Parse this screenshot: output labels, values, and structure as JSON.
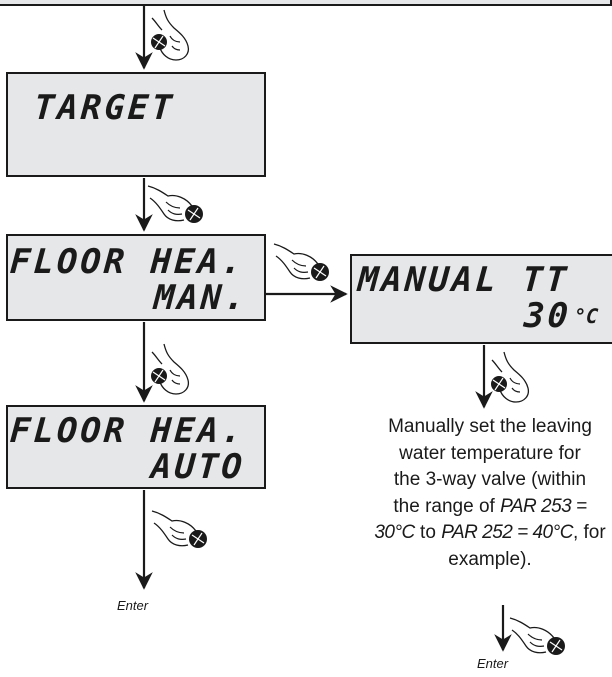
{
  "screens": {
    "target": {
      "line1": "TARGET"
    },
    "floor_man": {
      "line1": "FLOOR HEA.",
      "line2": "MAN."
    },
    "manual_tt": {
      "line1": "MANUAL TT",
      "line2_value": "30",
      "line2_unit": "°C"
    },
    "floor_auto": {
      "line1": "FLOOR HEA.",
      "line2": "AUTO"
    }
  },
  "description": {
    "line1": "Manually set the leaving",
    "line2": "water temperature for",
    "line3": "the 3-way valve (within",
    "line4_prefix": "the range of ",
    "param1": "PAR 253 =",
    "param1_value": "30°C",
    "joiner": " to ",
    "param2": "PAR 252 = 40°C",
    "line5_suffix": ", for",
    "line6": "example)."
  },
  "labels": {
    "enter_left": "Enter",
    "enter_right": "Enter"
  },
  "icons": [
    "knob-turn-icon",
    "knob-push-icon"
  ],
  "colors": {
    "lcd_background": "#e6e7e8",
    "ink": "#1a1a1a"
  }
}
